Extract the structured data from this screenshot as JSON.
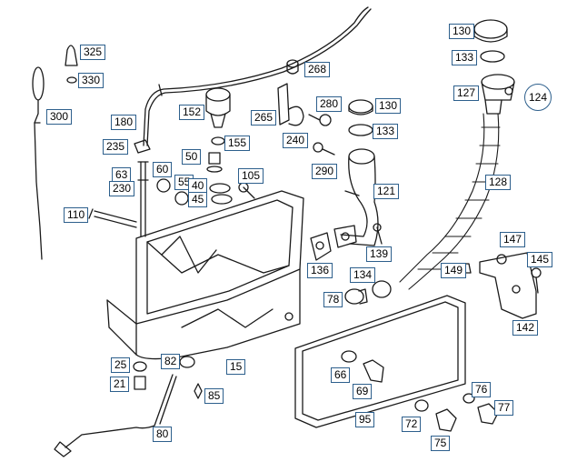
{
  "diagram": {
    "callouts": [
      {
        "id": "325",
        "label": "325"
      },
      {
        "id": "330",
        "label": "330"
      },
      {
        "id": "300",
        "label": "300"
      },
      {
        "id": "268",
        "label": "268"
      },
      {
        "id": "180",
        "label": "180"
      },
      {
        "id": "152",
        "label": "152"
      },
      {
        "id": "265",
        "label": "265"
      },
      {
        "id": "280",
        "label": "280"
      },
      {
        "id": "130a",
        "label": "130"
      },
      {
        "id": "130b",
        "label": "130"
      },
      {
        "id": "133a",
        "label": "133"
      },
      {
        "id": "133b",
        "label": "133"
      },
      {
        "id": "127",
        "label": "127"
      },
      {
        "id": "124",
        "label": "124"
      },
      {
        "id": "235",
        "label": "235"
      },
      {
        "id": "155",
        "label": "155"
      },
      {
        "id": "240",
        "label": "240"
      },
      {
        "id": "50",
        "label": "50"
      },
      {
        "id": "290",
        "label": "290"
      },
      {
        "id": "63",
        "label": "63"
      },
      {
        "id": "60",
        "label": "60"
      },
      {
        "id": "55",
        "label": "55"
      },
      {
        "id": "105",
        "label": "105"
      },
      {
        "id": "121",
        "label": "121"
      },
      {
        "id": "128",
        "label": "128"
      },
      {
        "id": "230",
        "label": "230"
      },
      {
        "id": "40",
        "label": "40"
      },
      {
        "id": "45",
        "label": "45"
      },
      {
        "id": "110",
        "label": "110"
      },
      {
        "id": "147",
        "label": "147"
      },
      {
        "id": "145",
        "label": "145"
      },
      {
        "id": "139",
        "label": "139"
      },
      {
        "id": "136",
        "label": "136"
      },
      {
        "id": "149",
        "label": "149"
      },
      {
        "id": "134",
        "label": "134"
      },
      {
        "id": "78",
        "label": "78"
      },
      {
        "id": "142",
        "label": "142"
      },
      {
        "id": "25",
        "label": "25"
      },
      {
        "id": "82",
        "label": "82"
      },
      {
        "id": "15",
        "label": "15"
      },
      {
        "id": "66",
        "label": "66"
      },
      {
        "id": "21",
        "label": "21"
      },
      {
        "id": "85",
        "label": "85"
      },
      {
        "id": "69",
        "label": "69"
      },
      {
        "id": "76",
        "label": "76"
      },
      {
        "id": "77",
        "label": "77"
      },
      {
        "id": "95",
        "label": "95"
      },
      {
        "id": "72",
        "label": "72"
      },
      {
        "id": "80",
        "label": "80"
      },
      {
        "id": "75",
        "label": "75"
      }
    ]
  }
}
